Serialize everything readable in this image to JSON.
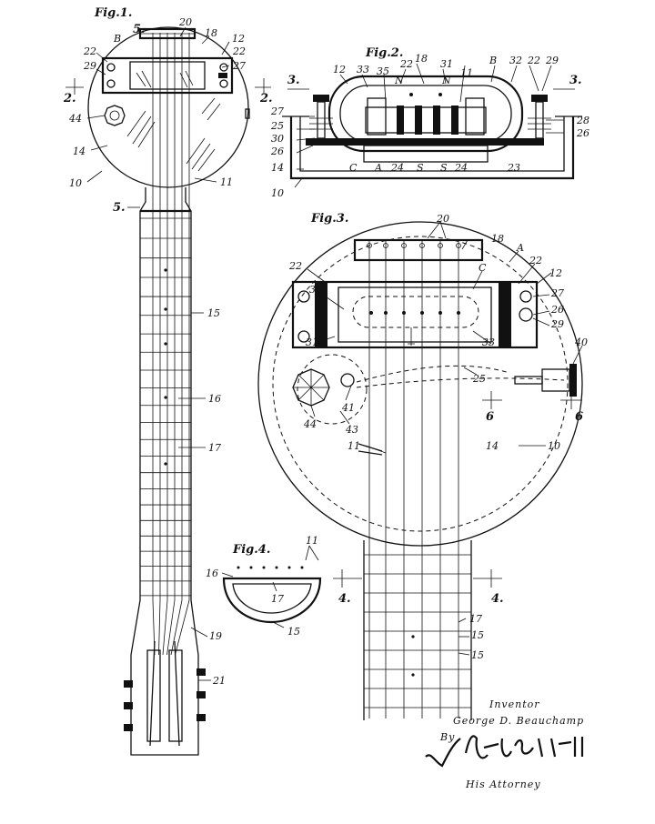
{
  "figures": {
    "fig1": "Fig.1.",
    "fig2": "Fig.2.",
    "fig3": "Fig.3.",
    "fig4": "Fig.4."
  },
  "fig1_labels": {
    "n20": "20",
    "n18": "18",
    "n12": "12",
    "n22a": "22",
    "n22b": "22",
    "n27": "27",
    "n29": "29",
    "nB": "B",
    "n5a": "5.",
    "n5b": "5.",
    "n2a": "2.",
    "n2b": "2.",
    "n44": "44",
    "n14": "14",
    "n10": "10",
    "n11": "11",
    "n15": "15",
    "n16": "16",
    "n17": "17",
    "n19": "19",
    "n21": "21"
  },
  "fig2_labels": {
    "n12": "12",
    "n33": "33",
    "n35": "35",
    "n22a": "22",
    "nNa": "N",
    "n18": "18",
    "nNb": "N",
    "n31": "31",
    "nB": "B",
    "n32": "32",
    "n22b": "22",
    "n29": "29",
    "n11": "11",
    "n3a": "3.",
    "n3b": "3.",
    "n27": "27",
    "n25": "25",
    "n30": "30",
    "n26a": "26",
    "n14": "14",
    "n10": "10",
    "nC": "C",
    "nA": "A",
    "n24a": "24",
    "nSa": "S",
    "nSb": "S",
    "n24b": "24",
    "n23": "23",
    "n28": "28",
    "n26b": "26"
  },
  "fig3_labels": {
    "n20": "20",
    "n18": "18",
    "nA": "A",
    "n22a": "22",
    "nC": "C",
    "n22b": "22",
    "n12": "12",
    "n27": "27",
    "n26": "26",
    "n29": "29",
    "n35": "35",
    "n31": "31",
    "n33": "33",
    "n40": "40",
    "n25": "25",
    "n6a": "6",
    "n6b": "6",
    "n41": "41",
    "n43": "43",
    "n44": "44",
    "n14": "14",
    "n10": "10",
    "n11": "11",
    "n4a": "4.",
    "n4b": "4.",
    "n17": "17",
    "n15a": "15",
    "n15b": "15"
  },
  "fig4_labels": {
    "n11": "11",
    "n16": "16",
    "n17": "17",
    "n15": "15"
  },
  "inventor": {
    "caption": "Inventor",
    "name": "George D. Beauchamp",
    "by": "By",
    "signature": "W. Hloofaull",
    "attorney": "His Attorney"
  }
}
